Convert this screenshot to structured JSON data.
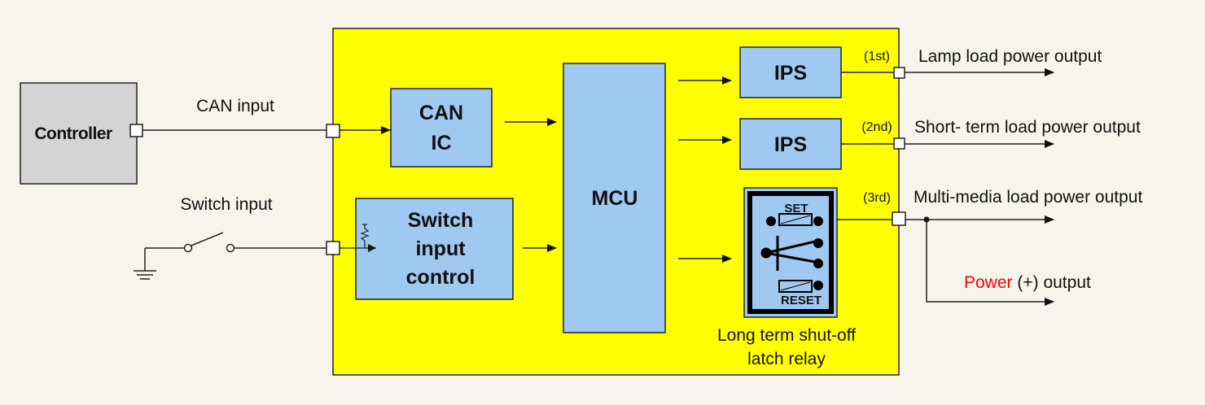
{
  "colors": {
    "background": "#f7f4ec",
    "module_fill": "#ffff00",
    "block_fill": "#9fc9f0",
    "controller_fill": "#d4d4d4",
    "accent_red": "#ff0000"
  },
  "controller": {
    "label": "Controller"
  },
  "inputs": {
    "can_input": "CAN input",
    "switch_input": "Switch input"
  },
  "blocks": {
    "can_ic": {
      "line1": "CAN",
      "line2": "IC"
    },
    "switch_control": {
      "line1": "Switch",
      "line2": "input",
      "line3": "control"
    },
    "mcu": "MCU",
    "ips_1": "IPS",
    "ips_2": "IPS"
  },
  "relay": {
    "set_label": "SET",
    "reset_label": "RESET",
    "caption_line1": "Long term shut-off",
    "caption_line2": "latch relay"
  },
  "outputs": [
    {
      "tag": "(1st)",
      "label": "Lamp load power output"
    },
    {
      "tag": "(2nd)",
      "label": "Short- term load power output"
    },
    {
      "tag": "(3rd)",
      "label": "Multi-media load power output"
    }
  ],
  "power_output": {
    "word": "Power",
    "rest": " (+) output"
  }
}
